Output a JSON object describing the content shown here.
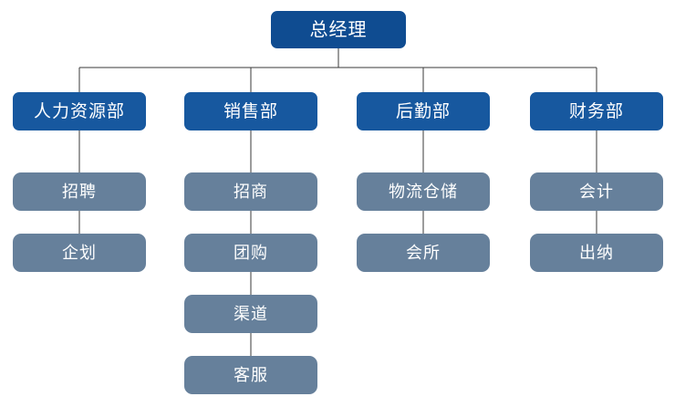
{
  "chart": {
    "type": "org-chart",
    "title": "",
    "orientation": "top-down",
    "colors": {
      "root": "#0f4c91",
      "department": "#17589f",
      "team": "#66809b",
      "connector": "#3a3a3a",
      "label": "#ffffff",
      "background": "#ffffff"
    },
    "root": {
      "id": "general-manager",
      "label": "总经理"
    },
    "departments": [
      {
        "id": "hr-department",
        "label": "人力资源部",
        "teams": [
          {
            "id": "recruitment",
            "label": "招聘"
          },
          {
            "id": "planning",
            "label": "企划"
          }
        ]
      },
      {
        "id": "sales-department",
        "label": "销售部",
        "teams": [
          {
            "id": "investment",
            "label": "招商"
          },
          {
            "id": "group-buying",
            "label": "团购"
          },
          {
            "id": "channel",
            "label": "渠道"
          },
          {
            "id": "customer-service",
            "label": "客服"
          }
        ]
      },
      {
        "id": "logistics-department",
        "label": "后勤部",
        "teams": [
          {
            "id": "logistics-warehousing",
            "label": "物流仓储"
          },
          {
            "id": "clubhouse",
            "label": "会所"
          }
        ]
      },
      {
        "id": "finance-department",
        "label": "财务部",
        "teams": [
          {
            "id": "accounting",
            "label": "会计"
          },
          {
            "id": "cashier",
            "label": "出纳"
          }
        ]
      }
    ]
  }
}
